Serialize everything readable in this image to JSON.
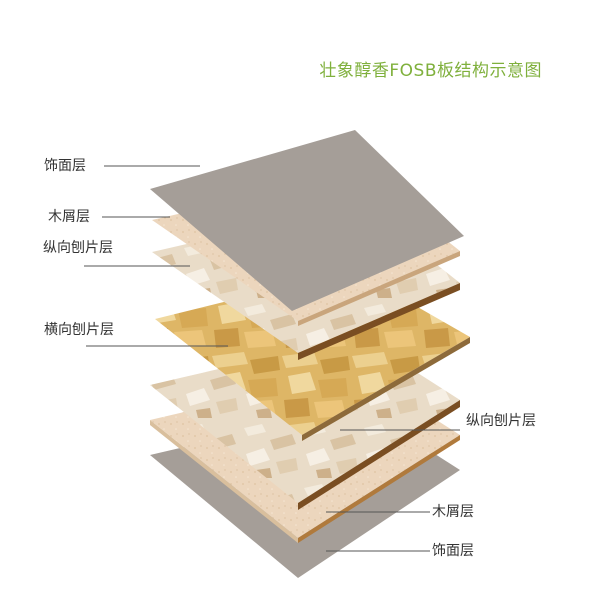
{
  "title": "壮象醇香FOSB板结构示意图",
  "colors": {
    "title": "#7fb03c",
    "facing": "#a59e98",
    "wood_chip": "#ecd6bd",
    "longitudinal": "#e9dcc8",
    "transverse": "#ddb463",
    "leader_line": "#555555"
  },
  "layers": [
    {
      "key": "facing_top",
      "label": "饰面层"
    },
    {
      "key": "wood_chip_top",
      "label": "木屑层"
    },
    {
      "key": "longitudinal_top",
      "label": "纵向刨片层"
    },
    {
      "key": "transverse",
      "label": "横向刨片层"
    },
    {
      "key": "longitudinal_bottom",
      "label": "纵向刨片层"
    },
    {
      "key": "wood_chip_bottom",
      "label": "木屑层"
    },
    {
      "key": "facing_bottom",
      "label": "饰面层"
    }
  ]
}
